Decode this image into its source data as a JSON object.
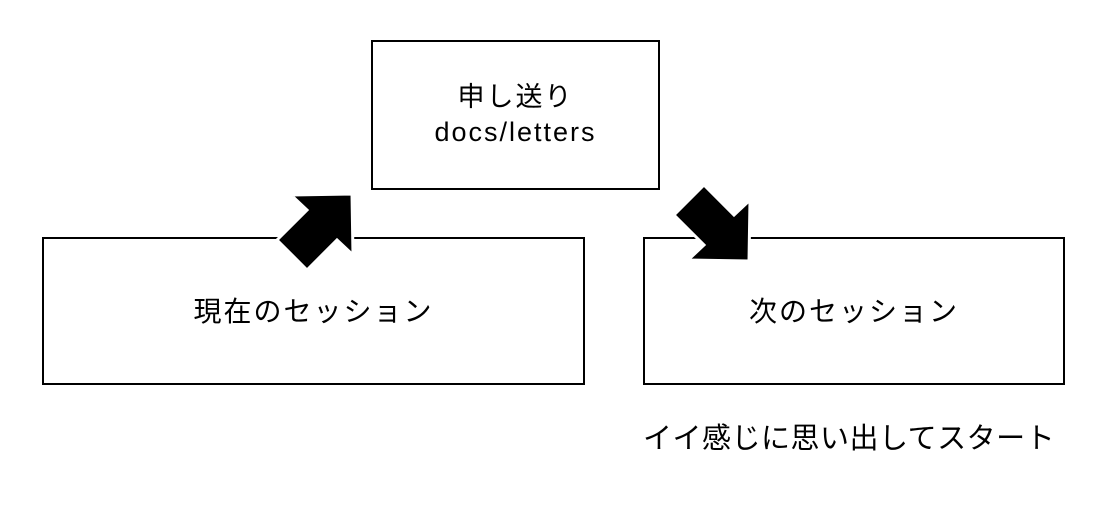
{
  "diagram": {
    "top_box": {
      "line1": "申し送り",
      "line2": "docs/letters"
    },
    "left_box": {
      "label": "現在のセッション"
    },
    "right_box": {
      "label": "次のセッション"
    },
    "caption": "イイ感じに思い出してスタート",
    "arrows": [
      {
        "name": "up-right-arrow",
        "direction": "northeast",
        "from": "current-session-box",
        "to": "handoff-docs-box"
      },
      {
        "name": "down-right-arrow",
        "direction": "southeast",
        "from": "handoff-docs-box",
        "to": "next-session-box"
      }
    ],
    "colors": {
      "background": "#ffffff",
      "box_fill": "#ffffff",
      "box_border": "#000000",
      "text": "#000000",
      "arrow_fill": "#000000",
      "arrow_outline": "#ffffff"
    }
  }
}
